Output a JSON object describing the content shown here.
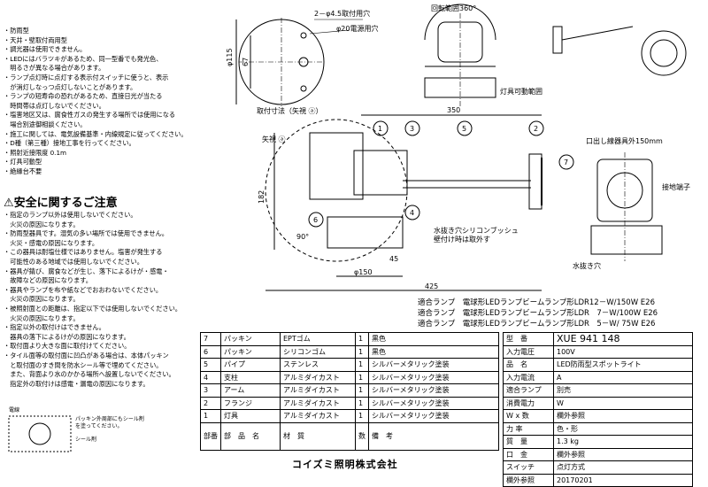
{
  "notes": [
    "・防雨型",
    "・天井・壁取付両用型",
    "・調光器は使用できません。",
    "・LEDにはバラツキがあるため、同一型番でも発光色、",
    "　明るさが異なる場合があります。",
    "・ランプ点灯時に点灯する表示付スイッチに使うと、表示",
    "　が消灯しなっつ点灯しないことがあります。",
    "・ランプの短寿命の恐れがあるため、直接日光が当たる",
    "　時間帯は点灯しないでください。",
    "・塩害地区又は、腐食性ガスの発生する場所では使用になる",
    "　場合別途御相談ください。",
    "・施工に関しては、電気設備基準・内線規定に従ってください。",
    "・D種（第三種）接地工事を行ってください。",
    "・照射近接限度 0.1m",
    "・灯具可動型",
    "・絶縁台不要"
  ],
  "caution_title": "⚠安全に関するご注意",
  "caution": [
    "・指定のランプ以外は使用しないでください。",
    "　火災の原因になります。",
    "・防雨型器具です。湿気の多い場所では使用できません。",
    "　火災・感電の原因になります。",
    "・この器具は耐塩仕様ではありません。塩害が発生する",
    "　可能性のある地域では使用しないでください。",
    "・器具が錆び、腐食などが生じ、落下によるけが・感電・",
    "　故障などの原因になります。",
    "・器具やランプを布や紙などでおおわないでください。",
    "　火災の原因になります。",
    "・被照射面との距離は、指定以下では使用しないでください。",
    "　火災の原因になります。",
    "・指定以外の取付けはできません。",
    "　器具の落下によるけがの原因になります。",
    "・取付面より大きな面に取付けてください。",
    "・タイル面等の取付面に凹凸がある場合は、本体パッキン",
    "　と取付面のすき間を防水シール等で埋めてください。",
    "　また、背面より水のかかる場所へ設置しないでください。",
    "　指定外の取付けは感電・漏電の原因になります。"
  ],
  "seal_legend": [
    "電線",
    "パッキン外周部にもシール剤",
    "を塗ってください。",
    "シール剤"
  ],
  "drawing": {
    "label_2phi": "2－φ4.5取付用穴",
    "label_phi20": "φ20電源用穴",
    "dim_phi115": "φ115",
    "dim_67": "67",
    "mount_caption": "取付寸法（矢視 ⓐ）",
    "rotation": "回転範囲360°",
    "movable": "灯具可動範囲",
    "dim_350": "350",
    "dim_182": "182",
    "dim_150": "φ150",
    "dim_425": "425",
    "dim_45": "45",
    "dim_90": "90°",
    "arrow_view": "矢視 ⓐ",
    "callouts": [
      "1",
      "3",
      "5",
      "2",
      "7",
      "4",
      "6"
    ],
    "outlet": "口出し線器具外150mm",
    "ground": "接地端子",
    "bushing1": "水抜き穴シリコンブッシュ",
    "bushing2": "壁付け時は取外す",
    "drain": "水抜き穴"
  },
  "lamps": [
    "適合ランプ　電球形LEDランプビームランプ形LDR12－W/150W E26",
    "適合ランプ　電球形LEDランプビームランプ形LDR　7－W/100W E26",
    "適合ランプ　電球形LEDランプビームランプ形LDR　5－W/ 75W E26"
  ],
  "parts": [
    {
      "no": "7",
      "name": "パッキン",
      "material": "EPTゴム",
      "qty": "1",
      "finish": "黒色"
    },
    {
      "no": "6",
      "name": "パッキン",
      "material": "シリコンゴム",
      "qty": "1",
      "finish": "黒色"
    },
    {
      "no": "5",
      "name": "パイプ",
      "material": "ステンレス",
      "qty": "1",
      "finish": "シルバーメタリック塗装"
    },
    {
      "no": "4",
      "name": "支柱",
      "material": "アルミダイカスト",
      "qty": "1",
      "finish": "シルバーメタリック塗装"
    },
    {
      "no": "3",
      "name": "アーム",
      "material": "アルミダイカスト",
      "qty": "1",
      "finish": "シルバーメタリック塗装"
    },
    {
      "no": "2",
      "name": "フランジ",
      "material": "アルミダイカスト",
      "qty": "1",
      "finish": "シルバーメタリック塗装"
    },
    {
      "no": "1",
      "name": "灯具",
      "material": "アルミダイカスト",
      "qty": "1",
      "finish": "シルバーメタリック塗装"
    }
  ],
  "parts_header": {
    "no": "部番",
    "name": "部　品　名",
    "material": "材　質",
    "qty": "数",
    "finish": "備　考"
  },
  "spec": {
    "model_label": "型　番",
    "model": "XUE 941 148",
    "voltage_label": "入力電圧",
    "voltage": "100V",
    "name_label": "品　名",
    "name": "LED防雨型スポットライト",
    "current_label": "入力電流",
    "current": "A",
    "lamp_label": "適合ランプ",
    "lamp": "別売",
    "power_label": "消費電力",
    "power": "W",
    "wattage_label": "W x 数",
    "wattage": "欄外参照",
    "factor_label": "力 率",
    "color_label": "色・形",
    "color": "欄外参照",
    "weight_label": "質　量",
    "weight": "1.3 kg",
    "socket_label": "口　金",
    "socket": "欄外参照",
    "switch_label": "スイッチ",
    "lighting_label": "点灯方式",
    "date": "20170201"
  },
  "footer": "コイズミ照明株式会社"
}
